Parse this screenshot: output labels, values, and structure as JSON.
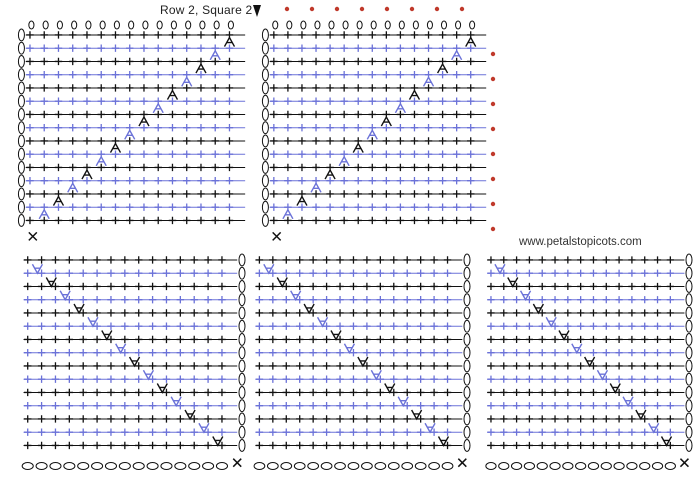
{
  "chart_label": "Row 2, Square 2",
  "website": "www.petalstopicots.com",
  "colors": {
    "stitch_black": "#111111",
    "stitch_blue": "#6b72d8",
    "marker_red": "#c0392b"
  },
  "squares": [
    {
      "id": "row1-square1",
      "rows": 15,
      "direction": "from-bottom-left"
    },
    {
      "id": "row1-square2",
      "rows": 15,
      "direction": "from-bottom-left"
    },
    {
      "id": "row2-square1",
      "rows": 15,
      "direction": "from-top-left"
    },
    {
      "id": "row2-square2",
      "rows": 15,
      "direction": "from-top-left"
    },
    {
      "id": "row2-square3",
      "rows": 15,
      "direction": "from-top-left"
    }
  ],
  "icons": [
    "start-x-icon",
    "position-arrow-icon",
    "join-marker-icon"
  ]
}
